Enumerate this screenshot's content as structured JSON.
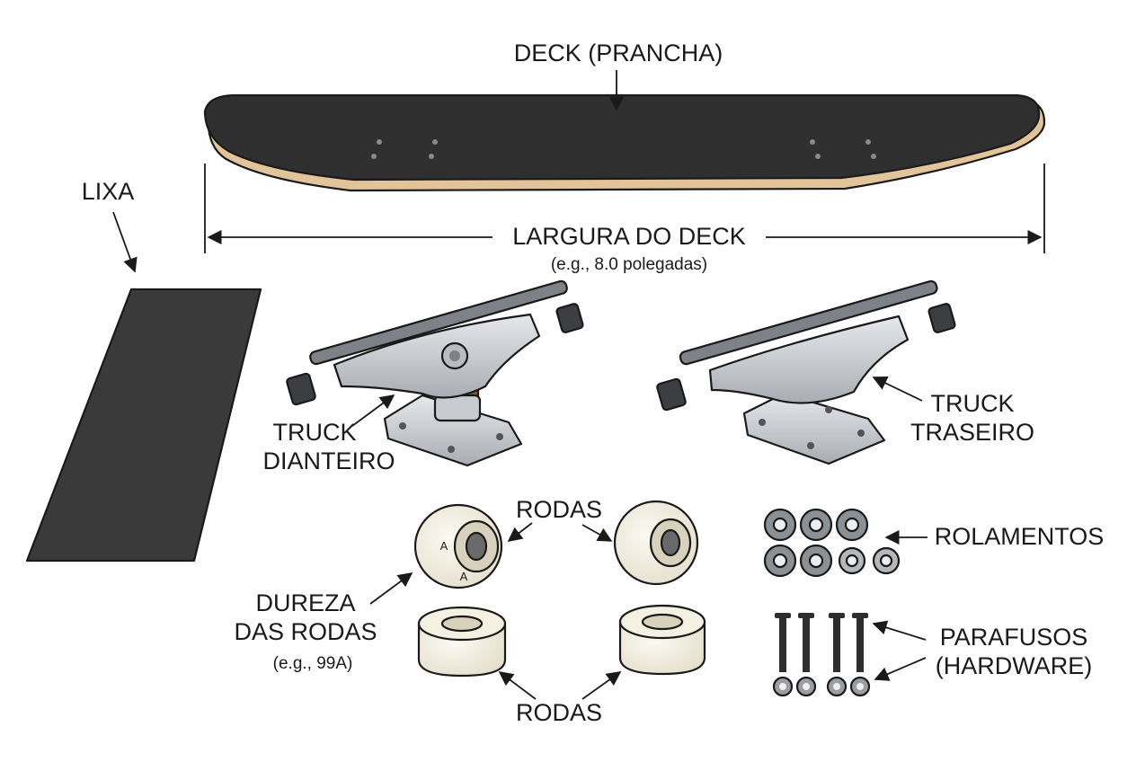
{
  "labels": {
    "deck": "DECK (PRANCHA)",
    "deck_width": "LARGURA DO DECK",
    "deck_width_example": "(e.g., 8.0 polegadas)",
    "griptape": "LIXA",
    "front_truck_line1": "TRUCK",
    "front_truck_line2": "DIANTEIRO",
    "rear_truck_line1": "TRUCK",
    "rear_truck_line2": "TRASEIRO",
    "wheels_top": "RODAS",
    "wheels_bottom": "RODAS",
    "hardness_line1": "DUREZA",
    "hardness_line2": "DAS RODAS",
    "hardness_example": "(e.g., 99A)",
    "bearings": "ROLAMENTOS",
    "hardware_line1": "PARAFUSOS",
    "hardware_line2": "(HARDWARE)",
    "wheel_hardness_mark": "A"
  },
  "colors": {
    "deck": "#2f2f2f",
    "deck_wood": "#e2c49a",
    "griptape": "#3a3a3a",
    "truck_metal": "#c8cbd0",
    "bushing": "#8a5a2f",
    "wheel": "#f4f0e2",
    "bearing": "#8c8f94",
    "bolt": "#2e2e2e"
  }
}
